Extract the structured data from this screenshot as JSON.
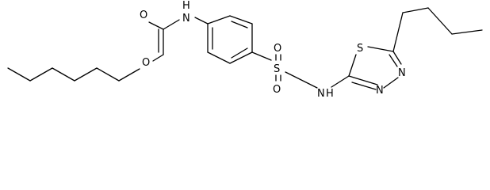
{
  "molecule": {
    "atoms": {
      "O_carbonyl": "O",
      "N_carbamate": "N",
      "H_carbamate": "H",
      "O_ester": "O",
      "S_sulfonyl": "S",
      "O_sulfonyl_top": "O",
      "O_sulfonyl_bottom": "O",
      "N_sulfonamide": "N",
      "H_sulfonamide": "H",
      "S_thiadiazole": "S",
      "N_ring_1": "N",
      "N_ring_2": "N"
    }
  }
}
